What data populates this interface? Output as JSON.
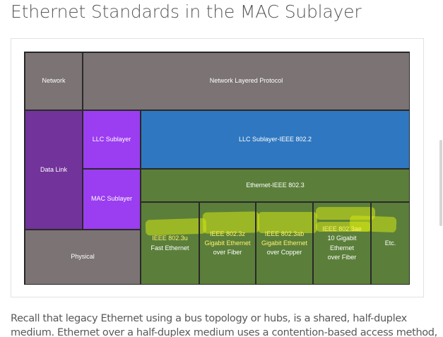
{
  "page": {
    "title": "Ethernet Standards in the MAC Sublayer"
  },
  "diagram": {
    "network_label": "Network",
    "network_protocol": "Network Layered Protocol",
    "data_link_label": "Data Link",
    "physical_label": "Physical",
    "llc_sublayer_label": "LLC Sublayer",
    "mac_sublayer_label": "MAC Sublayer",
    "llc_standard": "LLC Sublayer-IEEE 802.2",
    "ethernet_standard": "Ethernet-IEEE 802.3",
    "standards": [
      {
        "standard": "IEEE 802.3u",
        "lines": [
          "Fast Ethernet"
        ]
      },
      {
        "standard": "IEEE 802.3z",
        "lines": [
          "Gigabit Ethernet",
          "over Fiber"
        ]
      },
      {
        "standard": "IEEE 802.3ab",
        "lines": [
          "Gigabit Ethernet",
          "over Copper"
        ]
      },
      {
        "standard": "IEEE 802.3ae",
        "lines": [
          "10 Gigabit",
          "Ethernet",
          "over Fiber"
        ]
      },
      {
        "standard": "",
        "lines": [
          "Etc."
        ]
      }
    ],
    "colors": {
      "network_gray": "#7b7374",
      "data_link_purple": "#72339a",
      "sublayer_purple": "#9b3df0",
      "llc_blue": "#2f77c0",
      "ethernet_green": "#5b7f3a",
      "highlight_yellow": "#fff36a"
    }
  },
  "body": {
    "line1": "Recall that legacy Ethernet using a bus topology or hubs, is a shared, half-duplex",
    "line2": "medium. Ethernet over a half-duplex medium uses a contention-based access method,"
  }
}
